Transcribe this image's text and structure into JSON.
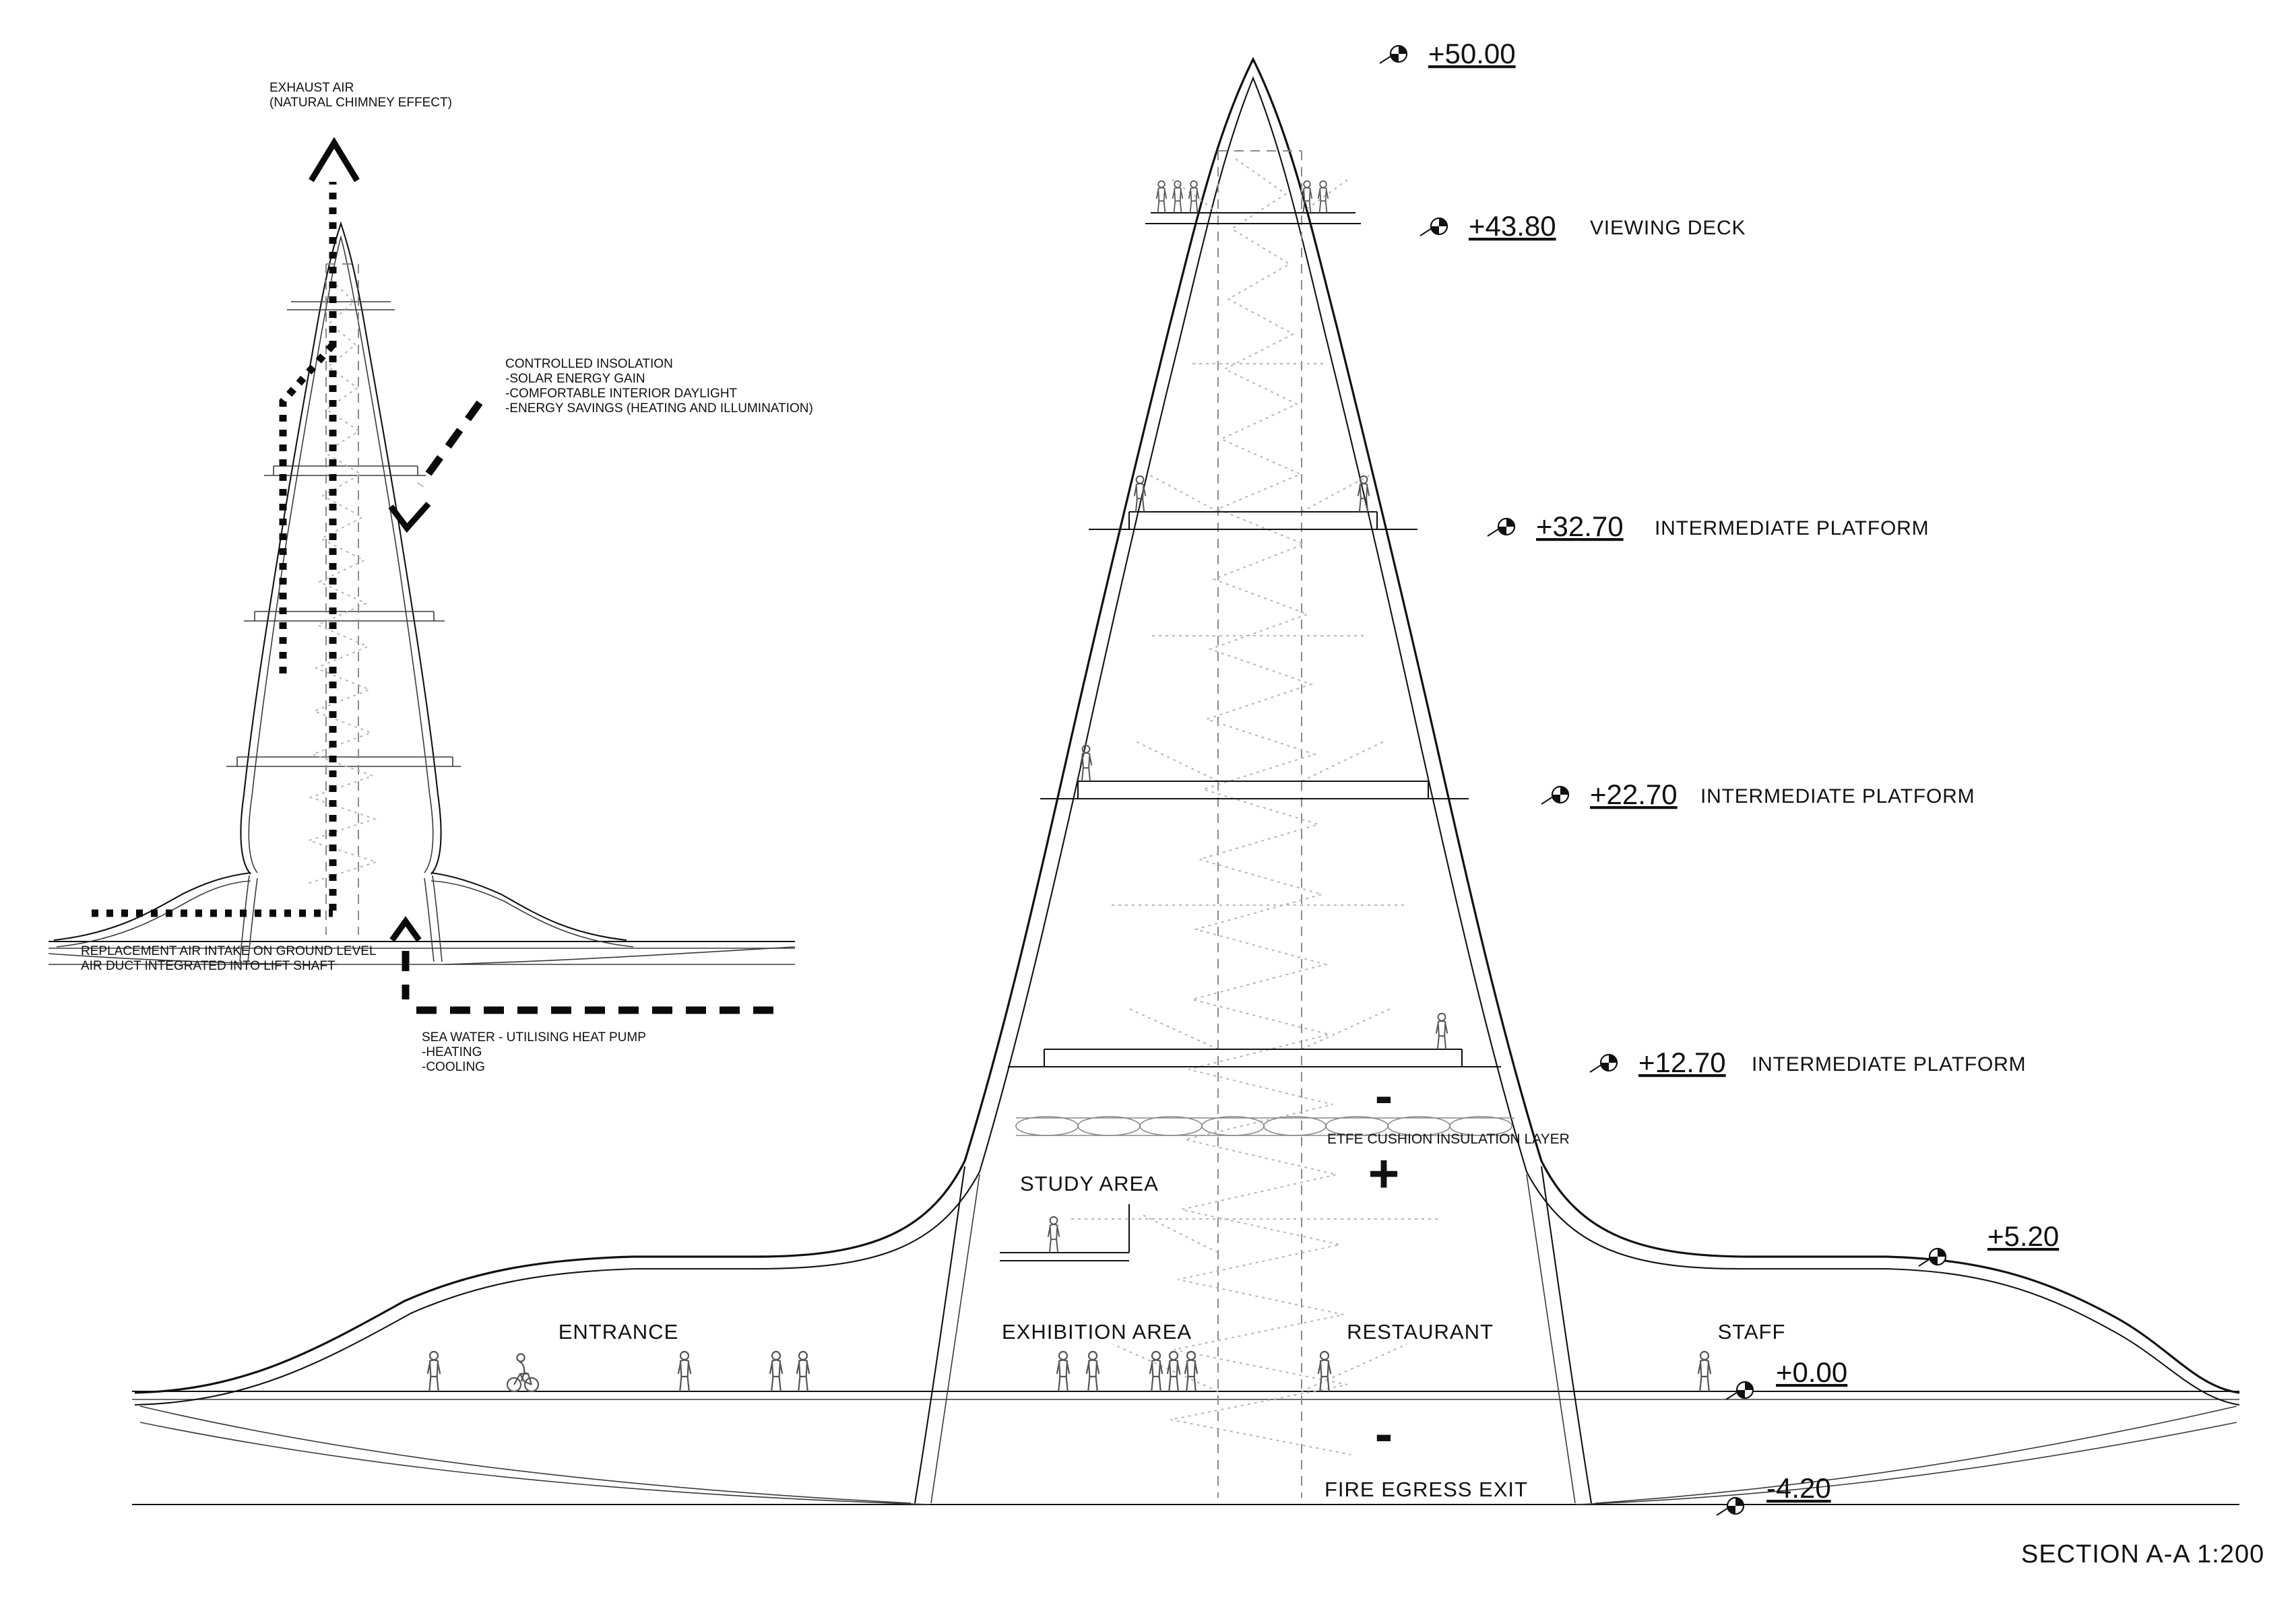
{
  "meta": {
    "title": "SECTION A-A  1:200"
  },
  "levels": [
    {
      "value": "+50.00",
      "label": ""
    },
    {
      "value": "+43.80",
      "label": "VIEWING DECK"
    },
    {
      "value": "+32.70",
      "label": "INTERMEDIATE PLATFORM"
    },
    {
      "value": "+22.70",
      "label": "INTERMEDIATE PLATFORM"
    },
    {
      "value": "+12.70",
      "label": "INTERMEDIATE PLATFORM"
    },
    {
      "value": "+5.20",
      "label": ""
    },
    {
      "value": "+0.00",
      "label": ""
    },
    {
      "value": "-4.20",
      "label": ""
    }
  ],
  "areas": {
    "entrance": "ENTRANCE",
    "study_area": "STUDY AREA",
    "exhibition": "EXHIBITION AREA",
    "restaurant": "RESTAURANT",
    "staff": "STAFF",
    "fire_egress": "FIRE EGRESS EXIT",
    "etfe": "ETFE CUSHION INSULATION LAYER"
  },
  "pressure": {
    "minus_upper": "-",
    "plus": "+",
    "minus_lower": "-"
  },
  "strategy": {
    "exhaust": [
      "EXHAUST AIR",
      "(NATURAL CHIMNEY EFFECT)"
    ],
    "insolation": [
      "CONTROLLED INSOLATION",
      "-SOLAR ENERGY GAIN",
      "-COMFORTABLE INTERIOR DAYLIGHT",
      "-ENERGY SAVINGS (HEATING AND ILLUMINATION)"
    ],
    "intake": [
      "REPLACEMENT AIR INTAKE ON GROUND LEVEL",
      "AIR DUCT INTEGRATED INTO LIFT SHAFT"
    ],
    "seawater": [
      "SEA WATER - UTILISING HEAT PUMP",
      "-HEATING",
      "-COOLING"
    ]
  }
}
